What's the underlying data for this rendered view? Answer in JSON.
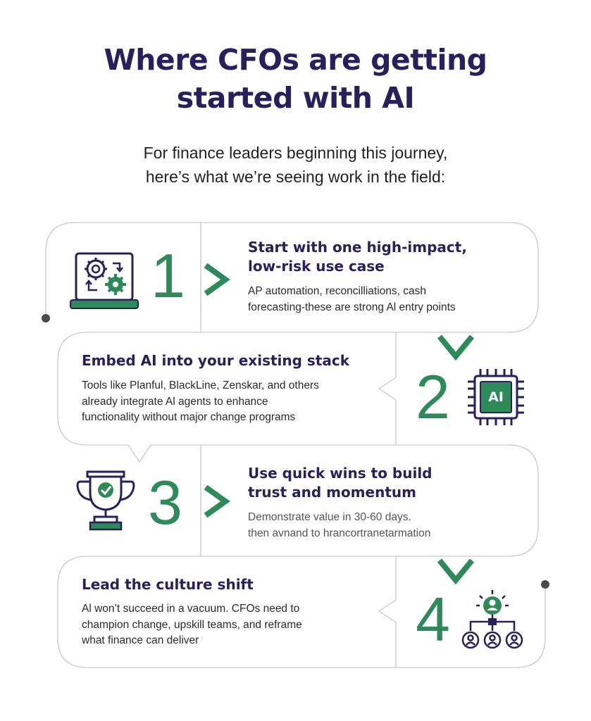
{
  "header": {
    "title_line1": "Where CFOs are getting",
    "title_line2": "started with AI",
    "subtitle_line1": "For finance leaders beginning this journey,",
    "subtitle_line2": "here’s what we’re seeing work in the field:"
  },
  "steps": [
    {
      "number": "1",
      "title_line1": "Start with one high-impact,",
      "title_line2": "low-risk use case",
      "body_line1": "AP automation, reconcilliations, cash",
      "body_line2": "forecasting-these are strong Al entry points",
      "icon": "laptop-gears-icon"
    },
    {
      "number": "2",
      "title_line1": "Embed AI into your existing stack",
      "body_line1": "Tools like Planful, BlackLine, Zenskar, and others",
      "body_line2": "already integrate Al agents to enhance",
      "body_line3": "functionality without major change programs",
      "icon": "ai-chip-icon",
      "icon_text": "AI"
    },
    {
      "number": "3",
      "title_line1": "Use quick wins to build",
      "title_line2": "trust and momentum",
      "body_line1": "Demonstrate value in 30-60 days.",
      "body_line2": "then avnand to hrancortranetarmation",
      "icon": "trophy-icon"
    },
    {
      "number": "4",
      "title_line1": "Lead the culture shift",
      "body_line1": "Al won’t succeed in a vacuum. CFOs need to",
      "body_line2": "champion change, upskill teams, and reframe",
      "body_line3": "what finance can deliver",
      "icon": "team-leader-icon"
    }
  ],
  "colors": {
    "navy": "#26215c",
    "green": "#2f8a5a",
    "outline": "#c9c9c9",
    "dot": "#4a4a4a"
  }
}
